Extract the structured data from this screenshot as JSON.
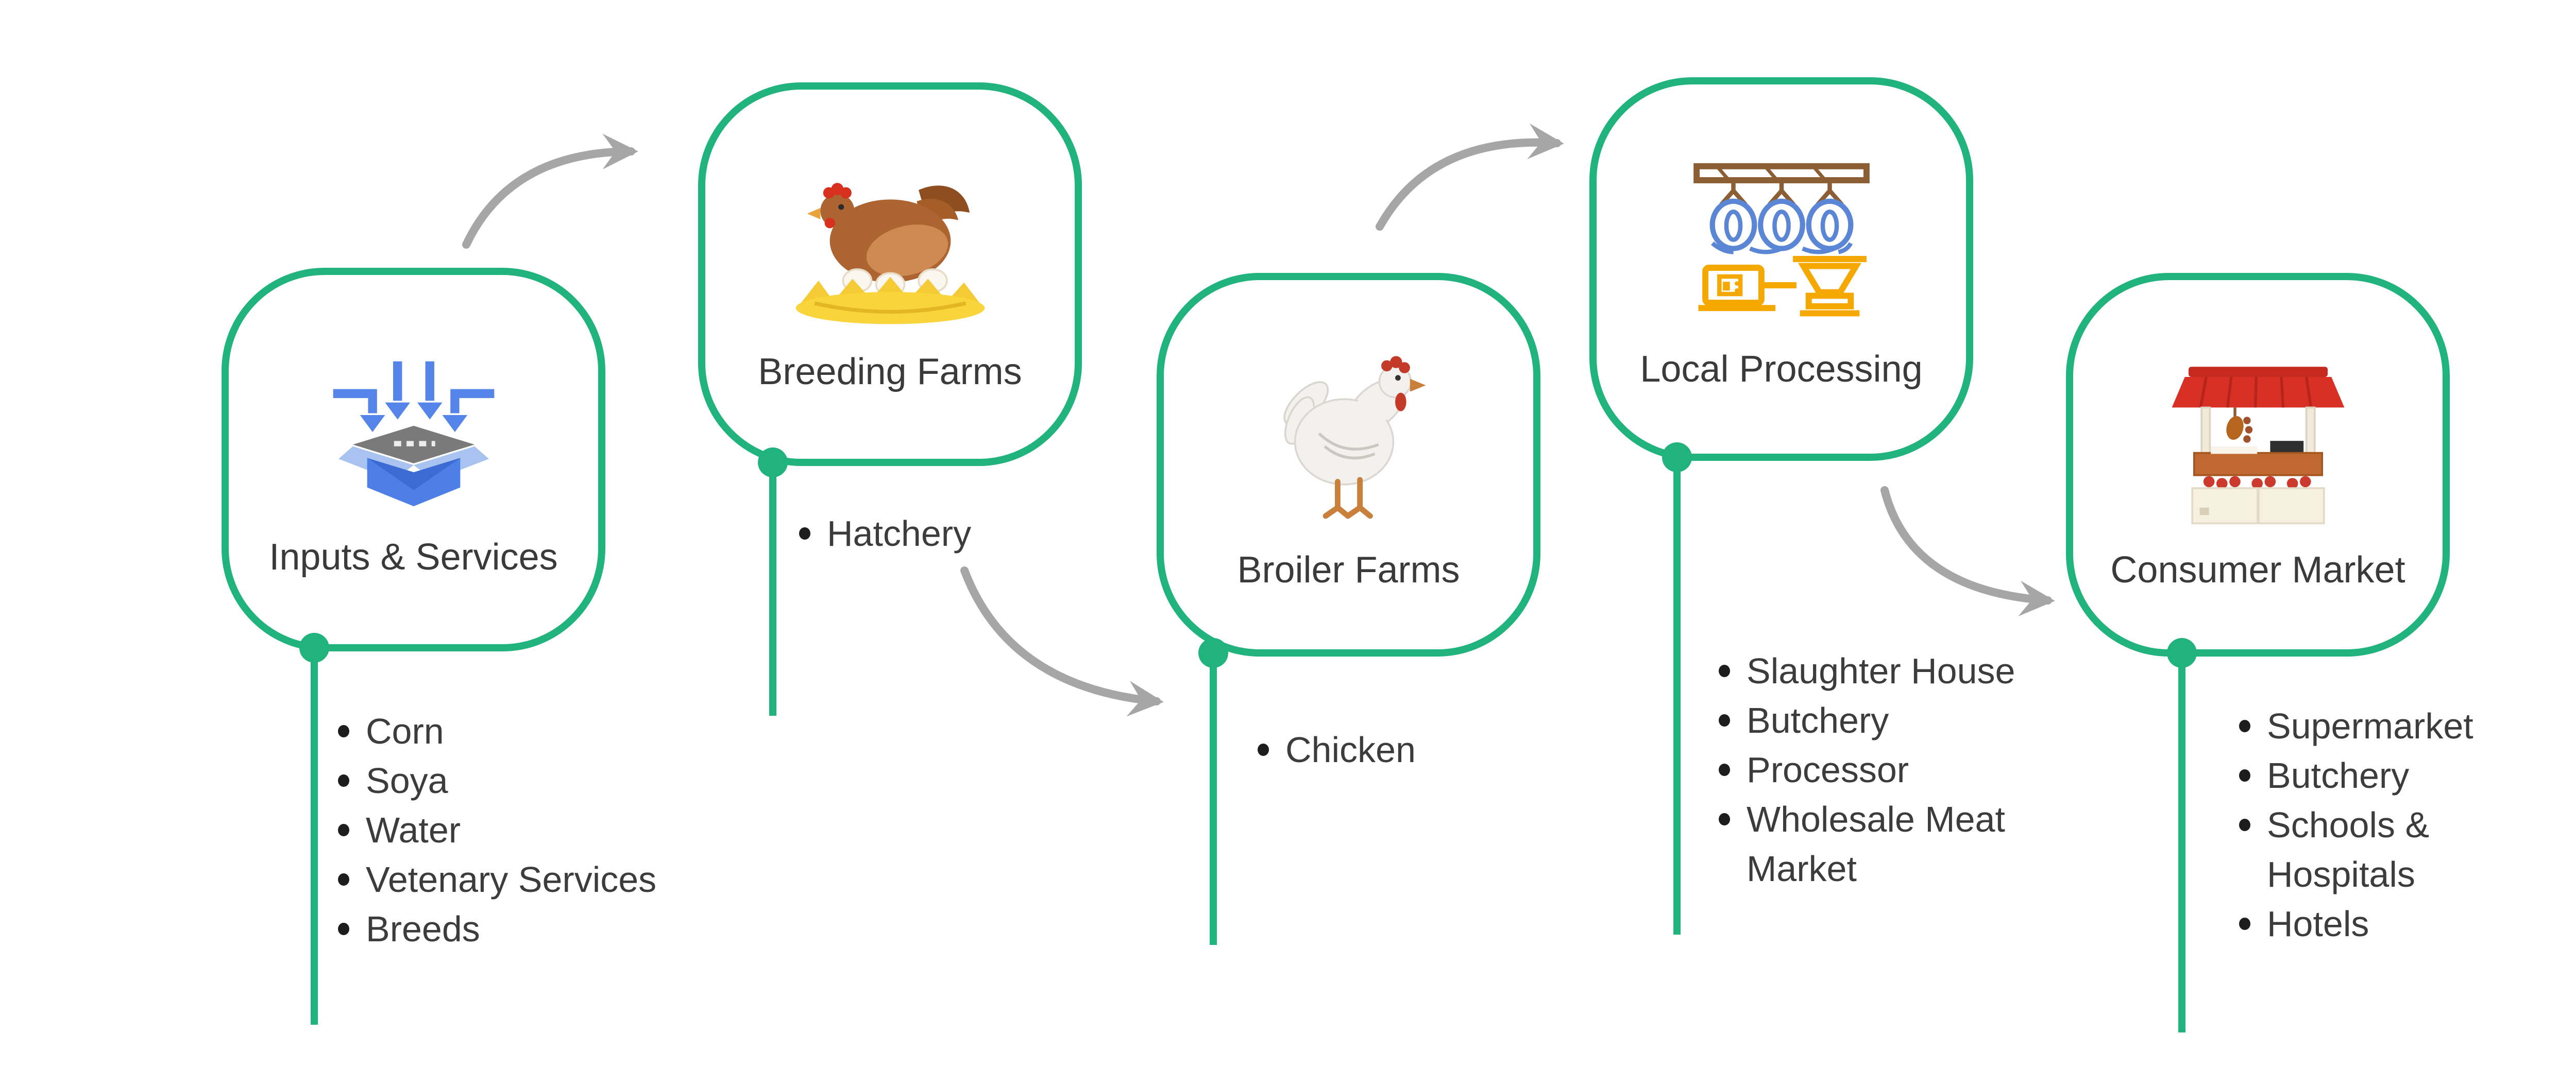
{
  "title": "Poultry value chain diagram",
  "colors": {
    "node_border": "#21b37e",
    "connector": "#21b37e",
    "arrow": "#a6a6a6",
    "text": "#3c3c3c",
    "inputs_icon_blue": "#4e7fe6",
    "inputs_icon_lightblue": "#a9c3f0",
    "inputs_icon_gray": "#7a7a7a",
    "hen_brown": "#ac6430",
    "nest_yellow": "#f5cb35",
    "comb_red": "#d7301f",
    "processing_rail_brown": "#8b5e34",
    "processing_chicken_blue": "#5b86d6",
    "processing_machine_yellow": "#f5a800",
    "market_canopy_red": "#d93025"
  },
  "nodes": [
    {
      "label": "Inputs & Services",
      "icon": "inputs-box-icon",
      "items": [
        "Corn",
        "Soya",
        "Water",
        "Vetenary Services",
        "Breeds"
      ]
    },
    {
      "label": "Breeding Farms",
      "icon": "hen-on-nest-icon",
      "items": [
        "Hatchery"
      ]
    },
    {
      "label": "Broiler Farms",
      "icon": "chicken-icon",
      "items": [
        "Chicken"
      ]
    },
    {
      "label": "Local Processing",
      "icon": "hanging-chickens-icon",
      "items": [
        "Slaughter House",
        "Butchery",
        "Processor",
        "Wholesale Meat Market"
      ]
    },
    {
      "label": "Consumer Market",
      "icon": "market-stall-icon",
      "items": [
        "Supermarket",
        "Butchery",
        "Schools & Hospitals",
        "Hotels"
      ]
    }
  ]
}
